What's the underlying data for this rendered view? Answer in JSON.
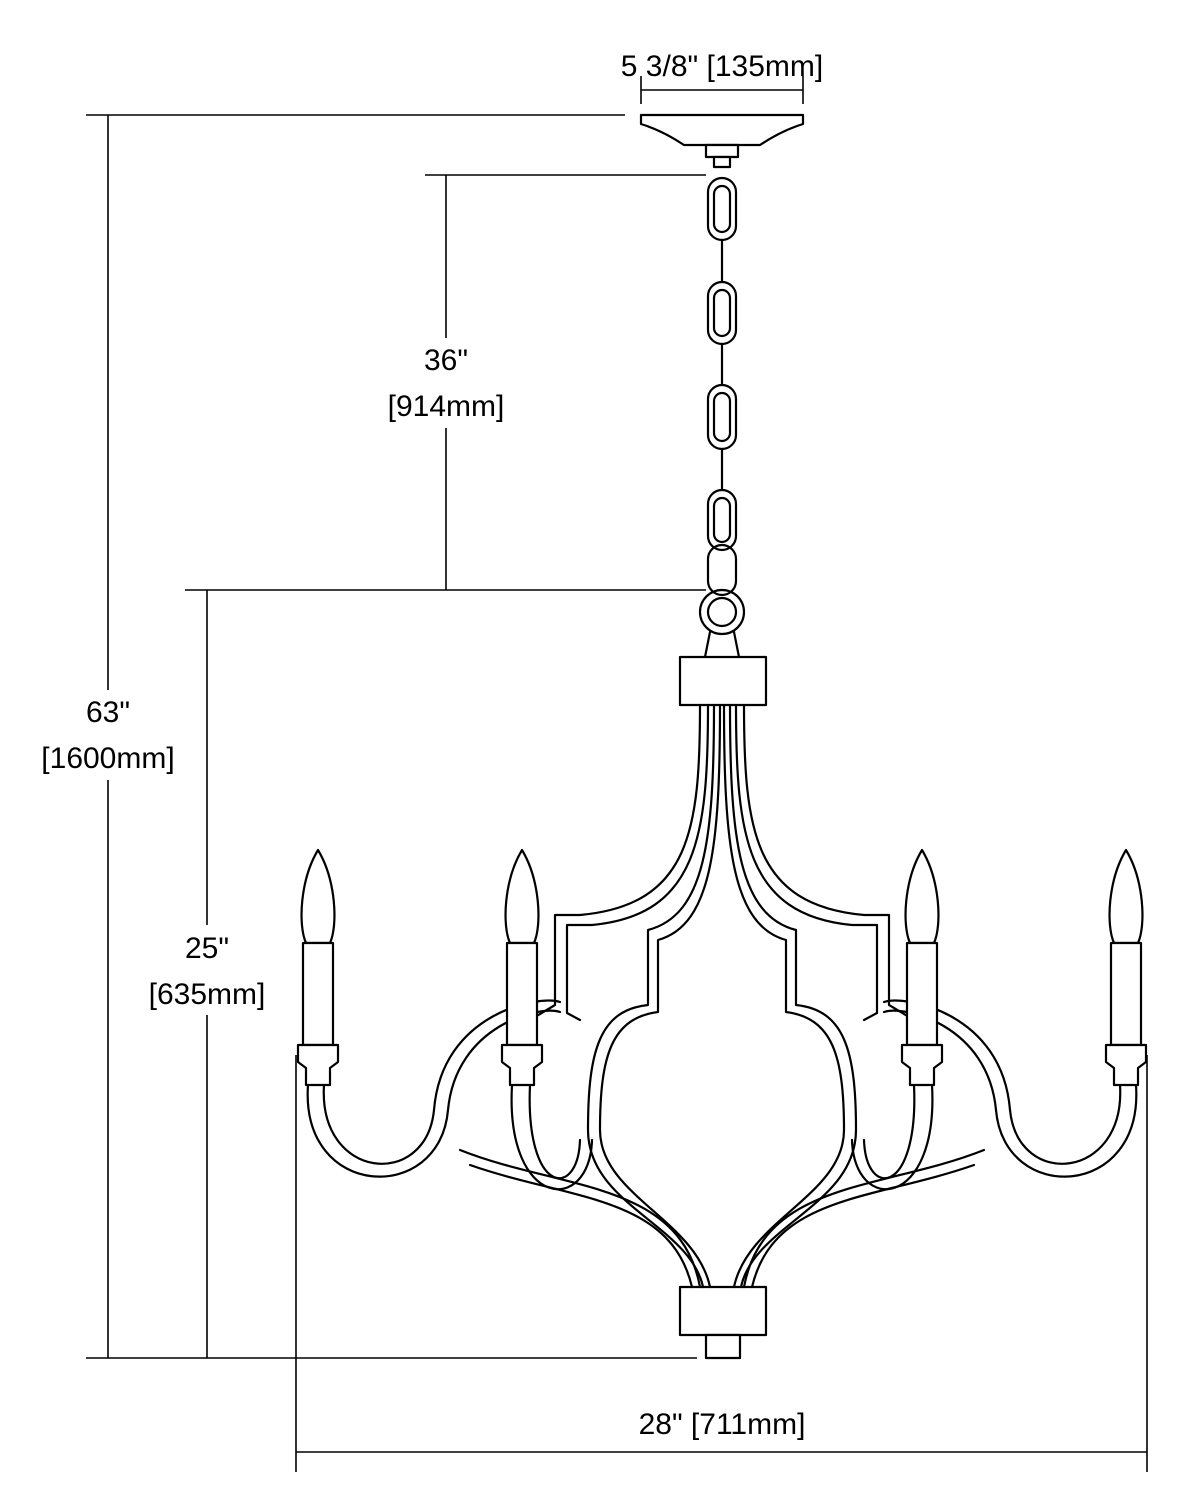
{
  "dimensions": {
    "canopy_width": "5 3/8\" [135mm]",
    "chain_length": {
      "imperial": "36\"",
      "metric": "[914mm]"
    },
    "overall_height": {
      "imperial": "63\"",
      "metric": "[1600mm]"
    },
    "fixture_height": {
      "imperial": "25\"",
      "metric": "[635mm]"
    },
    "fixture_width": "28\" [711mm]"
  }
}
